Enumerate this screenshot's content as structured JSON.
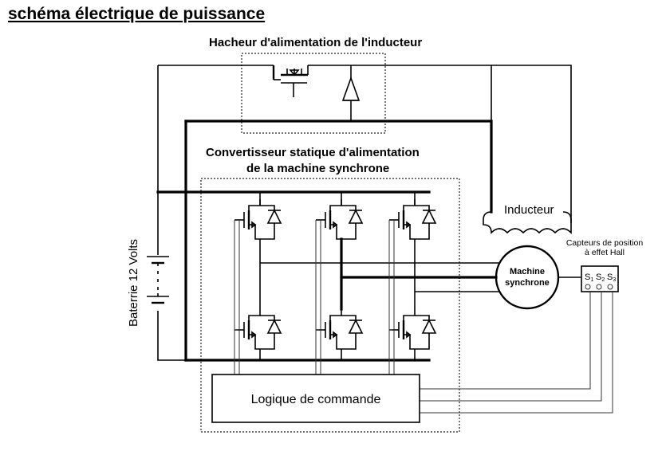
{
  "title": "schéma électrique de puissance",
  "chopper_label": "Hacheur d'alimentation de l'inducteur",
  "converter_label_line1": "Convertisseur statique d'alimentation",
  "converter_label_line2": "de la machine synchrone",
  "inductor_label": "Inducteur",
  "battery_label": "Baterrie 12 Volts",
  "machine_label_line1": "Machine",
  "machine_label_line2": "synchrone",
  "sensors_label_line1": "Capteurs de position",
  "sensors_label_line2": "à effet Hall",
  "sensor_names": [
    "S",
    "S",
    "S"
  ],
  "sensor_subscripts": [
    "1",
    "2",
    "3"
  ],
  "logic_label": "Logique de commande"
}
